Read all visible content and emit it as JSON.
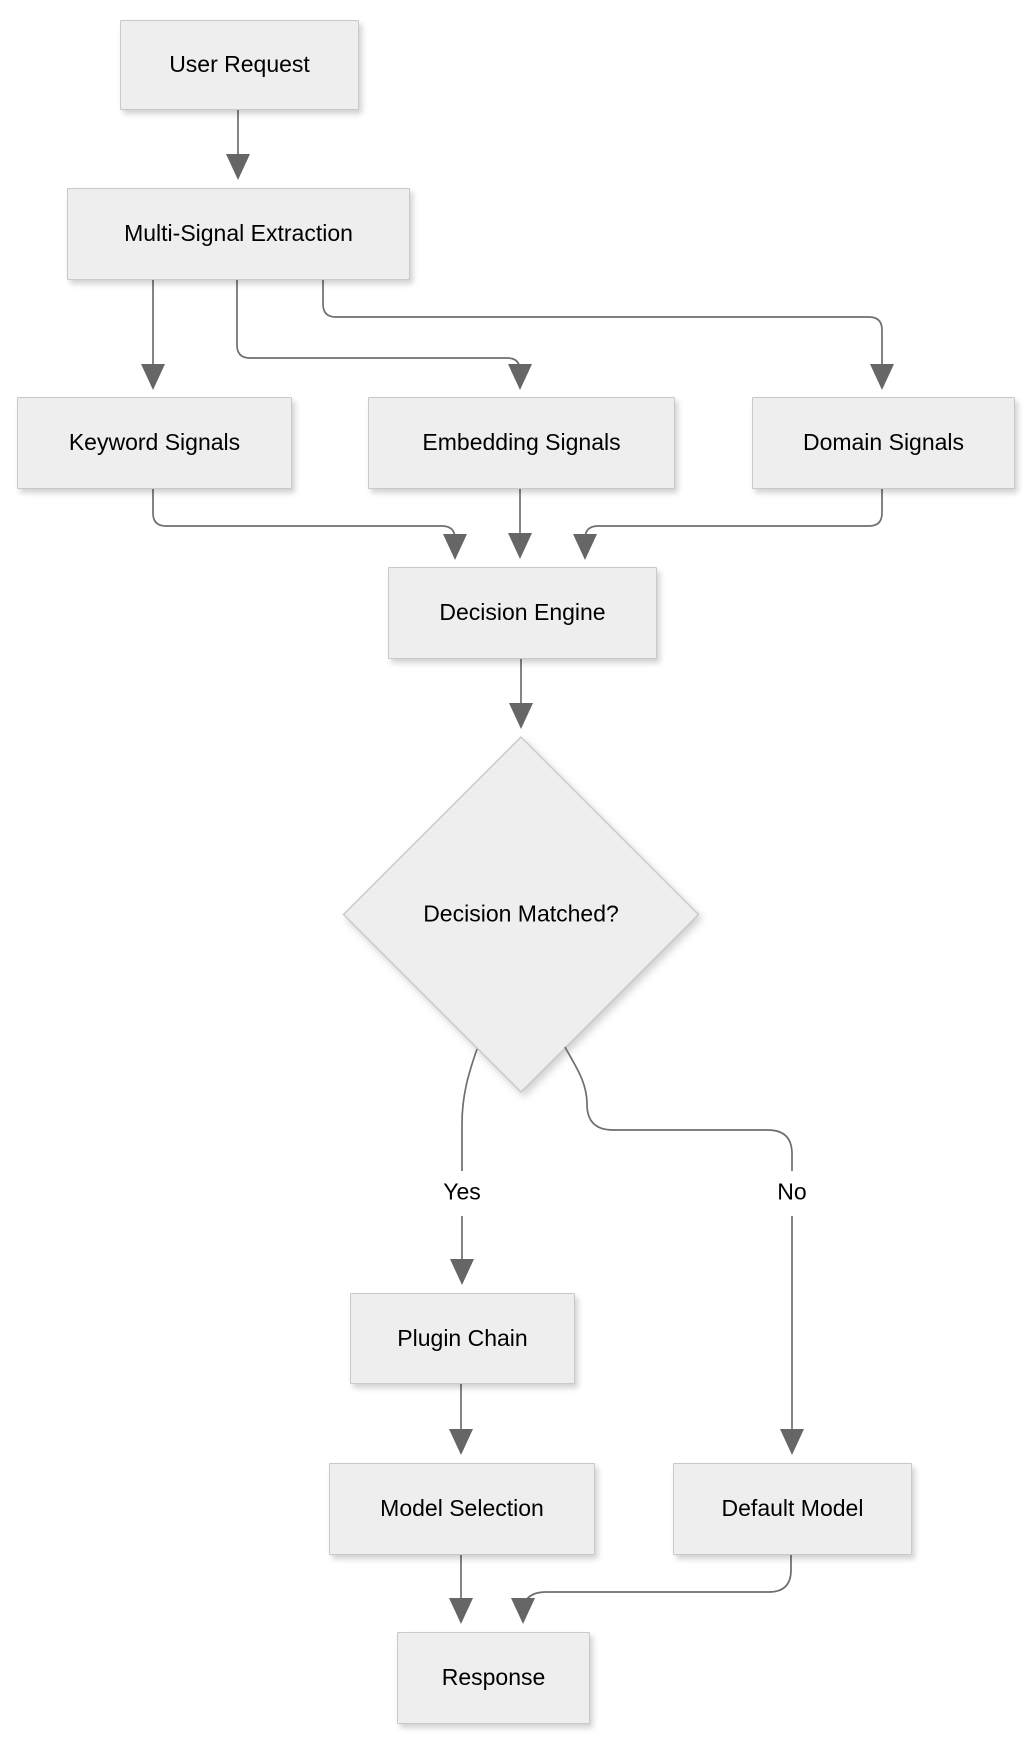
{
  "diagram": {
    "type": "flowchart",
    "direction": "top-down",
    "background": "#ffffff",
    "nodes": {
      "user_request": {
        "label": "User Request",
        "shape": "rect"
      },
      "multi_signal_extraction": {
        "label": "Multi-Signal Extraction",
        "shape": "rect"
      },
      "keyword_signals": {
        "label": "Keyword Signals",
        "shape": "rect"
      },
      "embedding_signals": {
        "label": "Embedding Signals",
        "shape": "rect"
      },
      "domain_signals": {
        "label": "Domain Signals",
        "shape": "rect"
      },
      "decision_engine": {
        "label": "Decision Engine",
        "shape": "rect"
      },
      "decision_matched": {
        "label": "Decision Matched?",
        "shape": "diamond"
      },
      "plugin_chain": {
        "label": "Plugin Chain",
        "shape": "rect"
      },
      "model_selection": {
        "label": "Model Selection",
        "shape": "rect"
      },
      "default_model": {
        "label": "Default Model",
        "shape": "rect"
      },
      "response": {
        "label": "Response",
        "shape": "rect"
      }
    },
    "edges": [
      {
        "from": "user_request",
        "to": "multi_signal_extraction",
        "label": ""
      },
      {
        "from": "multi_signal_extraction",
        "to": "keyword_signals",
        "label": ""
      },
      {
        "from": "multi_signal_extraction",
        "to": "embedding_signals",
        "label": ""
      },
      {
        "from": "multi_signal_extraction",
        "to": "domain_signals",
        "label": ""
      },
      {
        "from": "keyword_signals",
        "to": "decision_engine",
        "label": ""
      },
      {
        "from": "embedding_signals",
        "to": "decision_engine",
        "label": ""
      },
      {
        "from": "domain_signals",
        "to": "decision_engine",
        "label": ""
      },
      {
        "from": "decision_engine",
        "to": "decision_matched",
        "label": ""
      },
      {
        "from": "decision_matched",
        "to": "plugin_chain",
        "label": "Yes"
      },
      {
        "from": "decision_matched",
        "to": "default_model",
        "label": "No"
      },
      {
        "from": "plugin_chain",
        "to": "model_selection",
        "label": ""
      },
      {
        "from": "model_selection",
        "to": "response",
        "label": ""
      },
      {
        "from": "default_model",
        "to": "response",
        "label": ""
      }
    ],
    "colors": {
      "node_fill": "#eeeeee",
      "node_border": "#c9c9c9",
      "edge": "#6e6e6e",
      "arrowhead": "#666666",
      "text": "#000000"
    }
  }
}
